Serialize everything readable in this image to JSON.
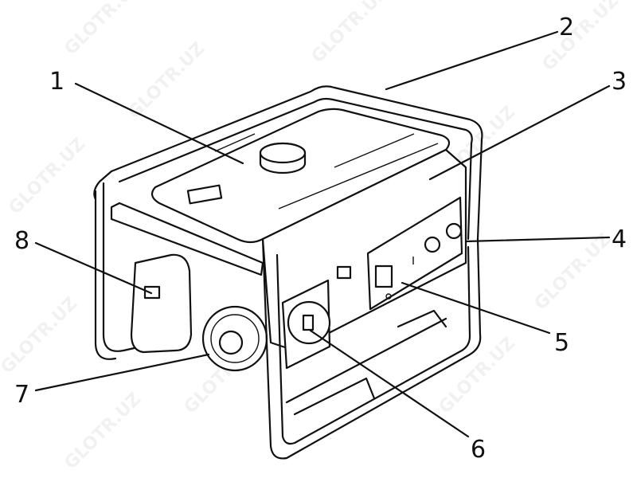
{
  "watermark": "GLOTR.UZ",
  "callouts": [
    {
      "label": "1"
    },
    {
      "label": "2"
    },
    {
      "label": "3"
    },
    {
      "label": "4"
    },
    {
      "label": "5"
    },
    {
      "label": "6"
    },
    {
      "label": "7"
    },
    {
      "label": "8"
    }
  ]
}
